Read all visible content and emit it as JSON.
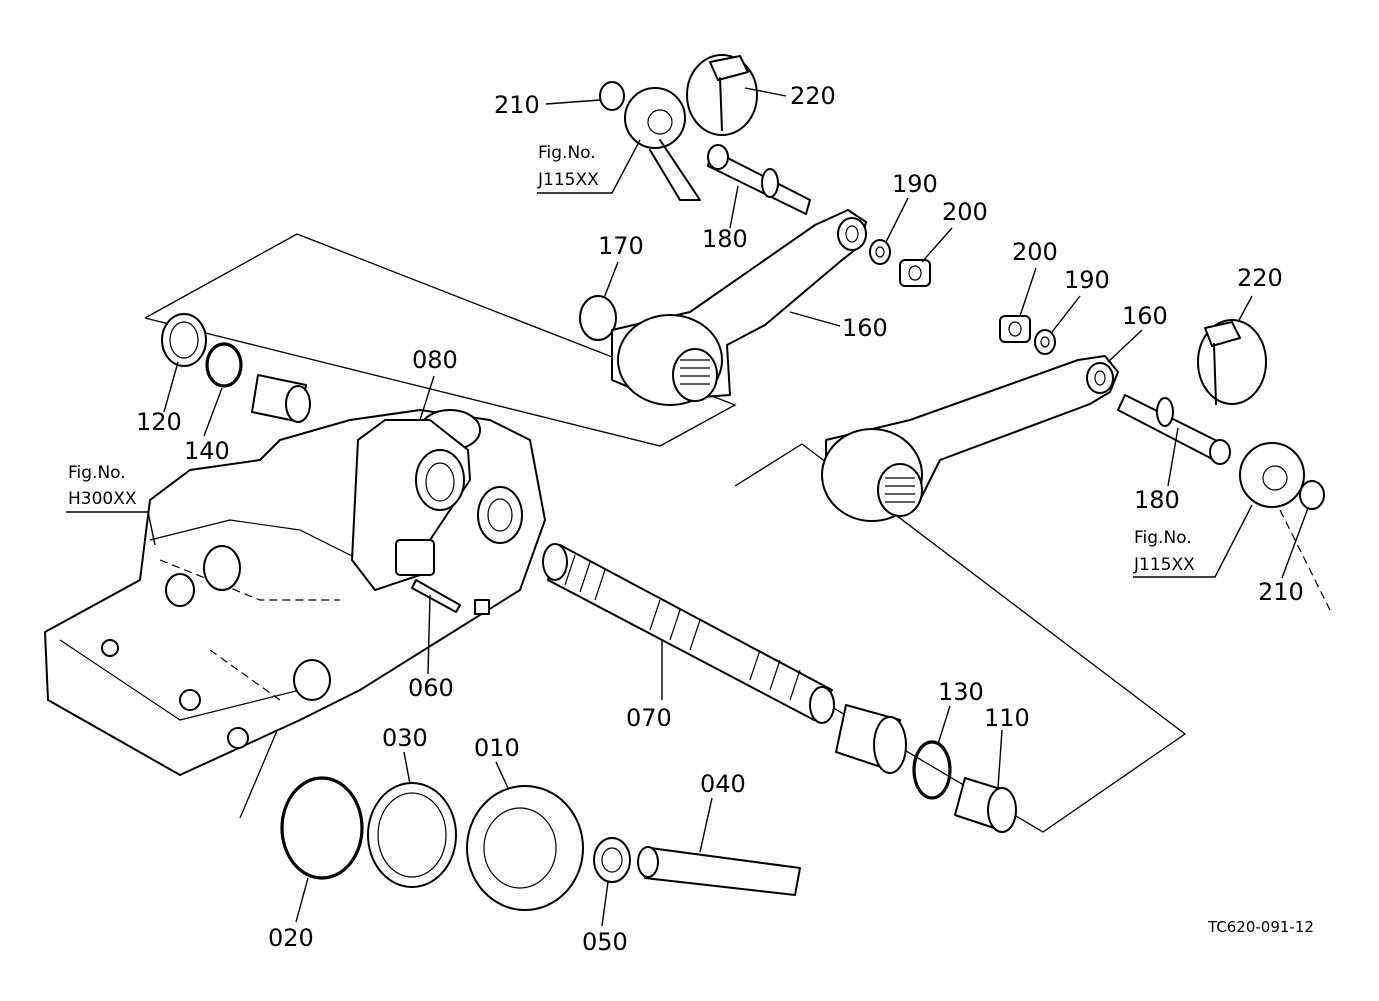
{
  "callouts": {
    "c210a": "210",
    "c220a": "220",
    "c180a": "180",
    "c190a": "190",
    "c200a": "200",
    "c170": "170",
    "c160a": "160",
    "c200b": "200",
    "c190b": "190",
    "c160b": "160",
    "c220b": "220",
    "c180b": "180",
    "c210b": "210",
    "c080": "080",
    "c120": "120",
    "c140": "140",
    "c060": "060",
    "c070": "070",
    "c130": "130",
    "c110": "110",
    "c030": "030",
    "c010": "010",
    "c040": "040",
    "c020": "020",
    "c050": "050"
  },
  "figure_refs": {
    "ref1_line1": "Fig.No.",
    "ref1_line2": "J115XX",
    "ref2_line1": "Fig.No.",
    "ref2_line2": "H300XX",
    "ref3_line1": "Fig.No.",
    "ref3_line2": "J115XX"
  },
  "drawing_code": "TC620-091-12"
}
